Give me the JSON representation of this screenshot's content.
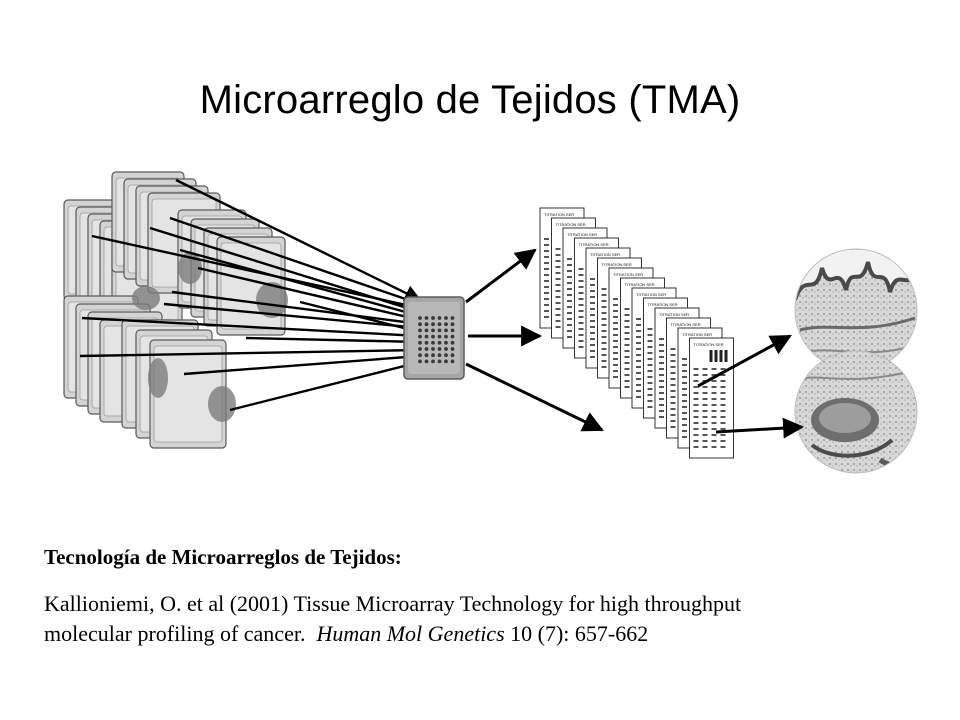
{
  "slide": {
    "title": "Microarreglo de Tejidos (TMA)"
  },
  "diagram": {
    "donor_blocks_count": 14,
    "array_core_grid": "6x8",
    "result_sheets_count": 14,
    "result_sheet_header": "TITRATION SER",
    "micrograph_count": 2,
    "colors": {
      "arrow": "#000000",
      "block_fill": "#c8c8c8",
      "block_edge": "#5a5a5a",
      "array_block": "#9a9a9a",
      "sheet_fill": "#ffffff",
      "tissue_pink": "#7c7c7c"
    }
  },
  "reference": {
    "heading": "Tecnología de Microarreglos de Tejidos:",
    "line1": "Kallioniemi, O. et al (2001) Tissue Microarray Technology for high throughput",
    "line2_prefix": "molecular profiling of cancer.  ",
    "journal": "Human Mol Genetics",
    "line2_suffix": " 10 (7): 657-662"
  }
}
